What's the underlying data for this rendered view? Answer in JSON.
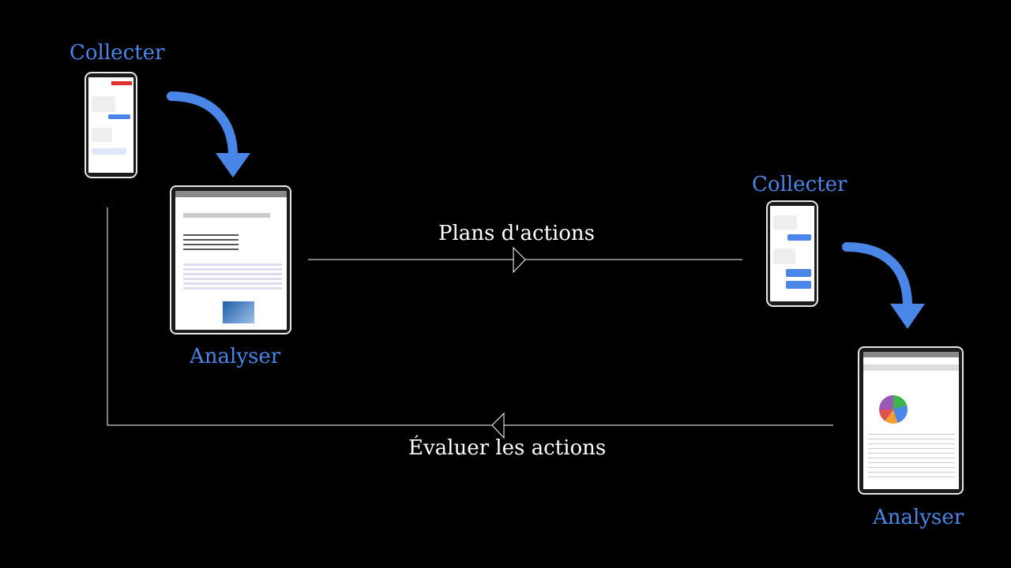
{
  "labels": {
    "collect_left": "Collecter",
    "analyse_left": "Analyser",
    "collect_right": "Collecter",
    "analyse_right": "Analyser"
  },
  "captions": {
    "plans": "Plans d'actions",
    "evaluate": "Évaluer les actions"
  },
  "colors": {
    "accent": "#4a86e8",
    "line": "#ffffff",
    "background": "#000000"
  }
}
